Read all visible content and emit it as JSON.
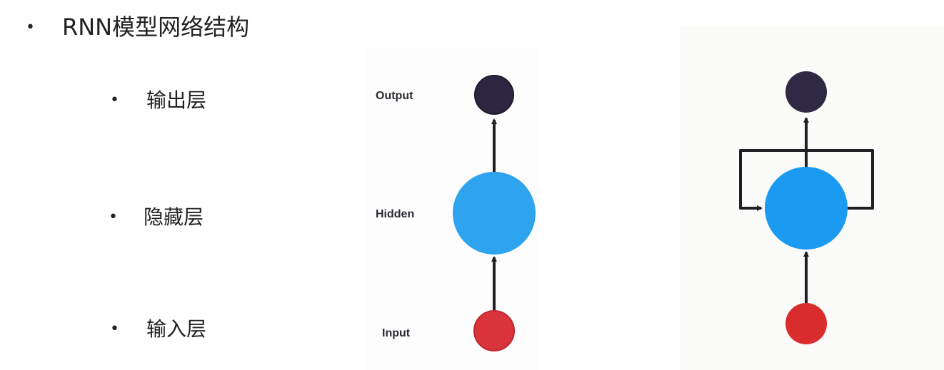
{
  "slide": {
    "title": "RNN模型网络结构",
    "bullets": [
      {
        "label": "输出层"
      },
      {
        "label": "隐藏层"
      },
      {
        "label": "输入层"
      }
    ]
  },
  "diagram_left": {
    "labels": {
      "output": "Output",
      "hidden": "Hidden",
      "input": "Input"
    },
    "colors": {
      "output_node": "#2c2640",
      "hidden_node": "#2ea3ee",
      "input_node": "#d9333b",
      "arrow": "#1f1f24"
    }
  },
  "diagram_right": {
    "colors": {
      "output_node": "#2f2944",
      "hidden_node": "#1b9af2",
      "input_node": "#d92c2c",
      "arrow": "#1f1f24"
    },
    "has_recurrent_loop": true
  }
}
